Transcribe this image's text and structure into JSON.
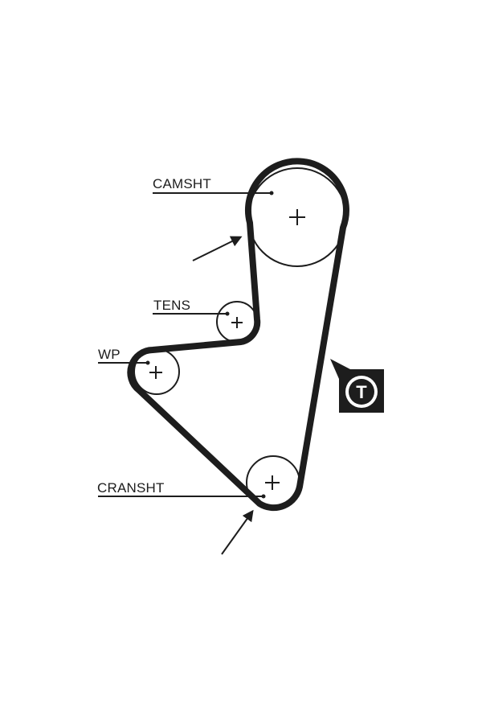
{
  "labels": {
    "camshaft": "CAMSHT",
    "tensioner": "TENS",
    "water_pump": "WP",
    "crankshaft": "CRANSHT"
  },
  "badge": {
    "letter": "T",
    "fill": "#1d1d1d",
    "text_color": "#ffffff"
  },
  "icons": {
    "direction_arrow": "rotation-arrow-icon",
    "pulley_center": "plus-icon"
  },
  "colors": {
    "line": "#1d1d1d",
    "background": "#ffffff"
  }
}
